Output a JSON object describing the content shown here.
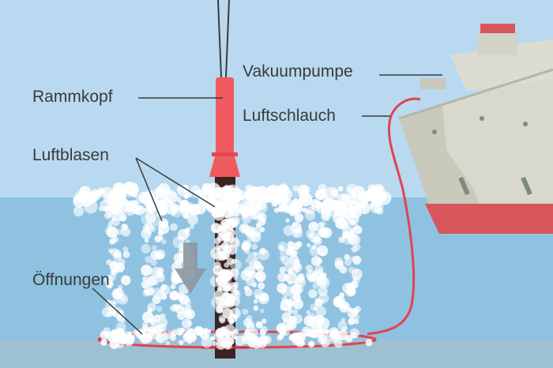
{
  "labels": {
    "pile_head": "Rammkopf",
    "air_bubbles": "Luftblasen",
    "openings": "Öffnungen",
    "vacuum_pump": "Vakuumpumpe",
    "air_hose": "Luftschlauch"
  },
  "colors": {
    "sky": "#b9d9f0",
    "water": "#8fc2e1",
    "seabed": "#9ec0d3",
    "pile_head_red": "#f05a5e",
    "hose_red": "#e0444f",
    "pile_dark": "#3a2325",
    "ship_hull": "#d8d8cc",
    "ship_side": "#c9c9bc",
    "ship_bottom": "#d8555c",
    "bubble": "#ffffff",
    "leader_line": "#3a3a3a",
    "arrow": "#8c979e"
  },
  "icons": {
    "down_arrow": "down-arrow-icon"
  }
}
